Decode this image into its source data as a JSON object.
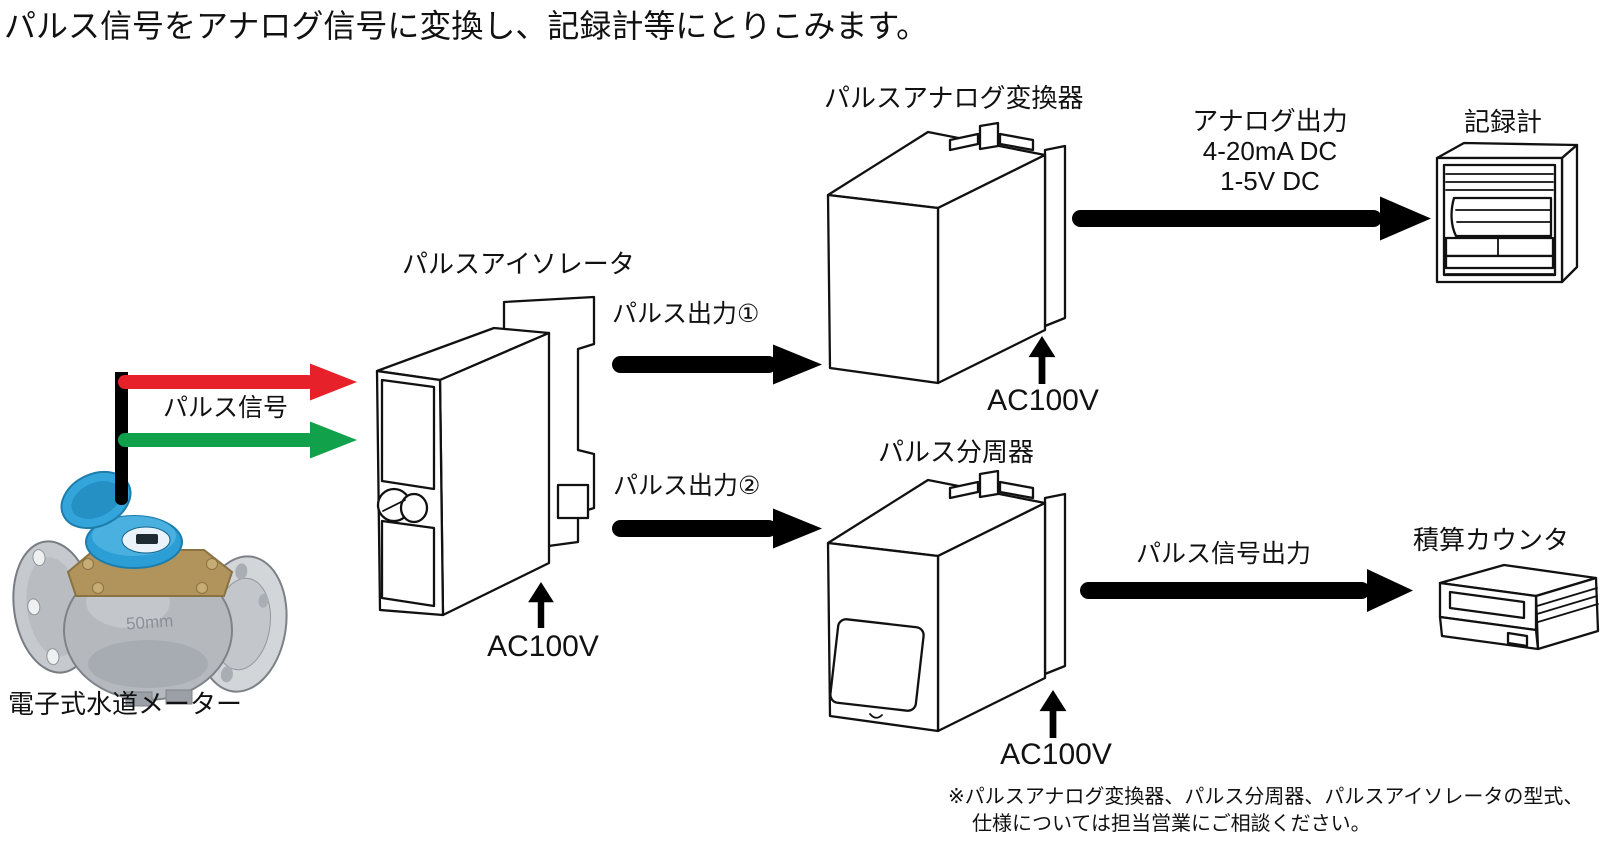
{
  "title": "パルス信号をアナログ信号に変換し、記録計等にとりこみます。",
  "colors": {
    "red_arrow": "#e6212a",
    "green_arrow": "#11a14b",
    "black": "#000000",
    "meter_blue": "#2e9fd6",
    "meter_brass": "#b1945c"
  },
  "nodes": {
    "water_meter": {
      "label": "電子式水道メーター",
      "marking": "50mm"
    },
    "pulse_isolator": {
      "label": "パルスアイソレータ",
      "power": "AC100V"
    },
    "pulse_analog_converter": {
      "label": "パルスアナログ変換器",
      "power": "AC100V"
    },
    "pulse_divider": {
      "label": "パルス分周器",
      "power": "AC100V"
    },
    "recorder": {
      "label": "記録計"
    },
    "totalizing_counter": {
      "label": "積算カウンタ"
    }
  },
  "edges": {
    "pulse_signal": {
      "label": "パルス信号"
    },
    "pulse_output_1": {
      "label": "パルス出力①"
    },
    "pulse_output_2": {
      "label": "パルス出力②"
    },
    "analog_output": {
      "label": "アナログ出力",
      "spec1": "4-20mA DC",
      "spec2": "1-5V DC"
    },
    "pulse_signal_output": {
      "label": "パルス信号出力"
    }
  },
  "footnote": {
    "line1": "※パルスアナログ変換器、パルス分周器、パルスアイソレータの型式、",
    "line2": "仕様については担当営業にご相談ください。"
  }
}
